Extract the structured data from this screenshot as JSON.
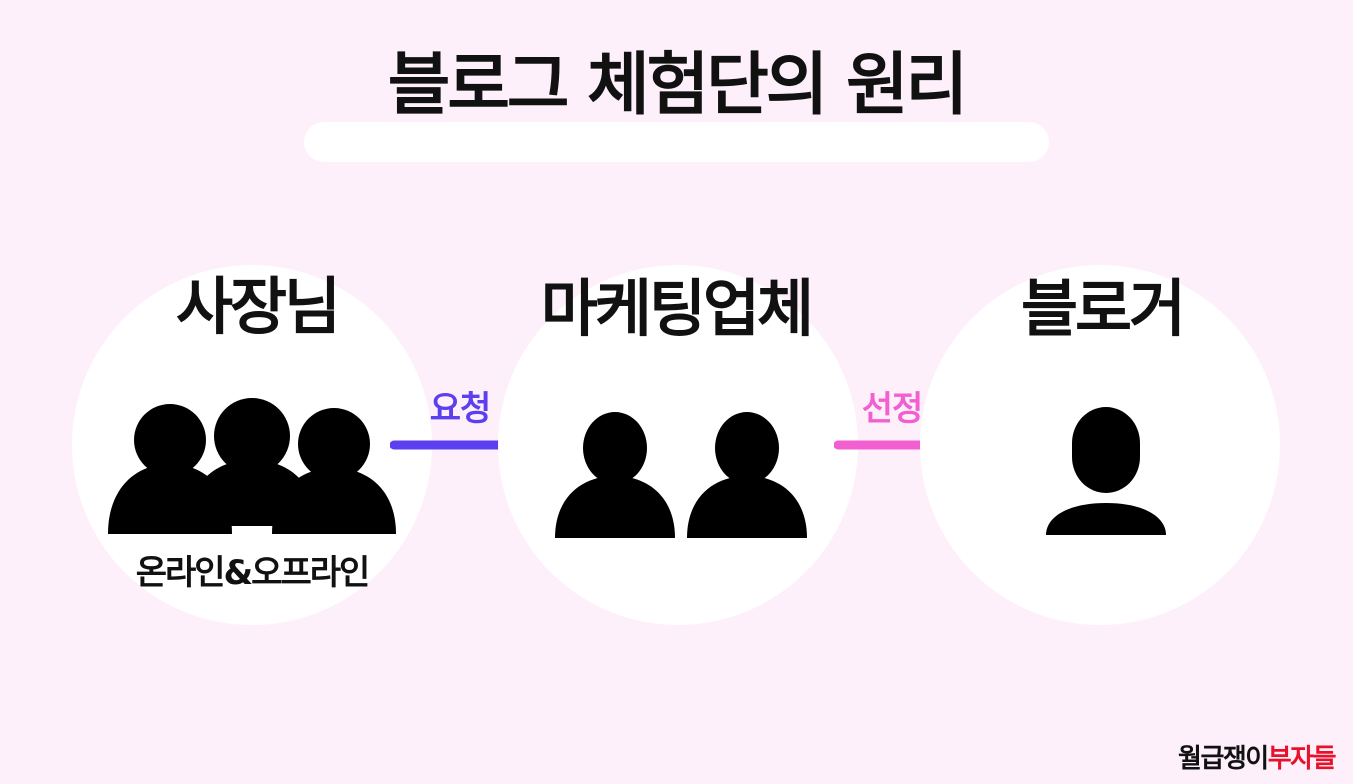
{
  "title": "블로그 체험단의 원리",
  "nodes": [
    {
      "label": "사장님",
      "sublabel": "온라인&오프라인",
      "icon": "three-people-icon"
    },
    {
      "label": "마케팅업체",
      "icon": "two-people-icon"
    },
    {
      "label": "블로거",
      "icon": "single-person-icon"
    }
  ],
  "arrows": [
    {
      "label": "요청",
      "color": "#5b3ff0"
    },
    {
      "label": "선정",
      "color": "#f25fd0"
    }
  ],
  "brand": {
    "part1": "월급쟁이",
    "part2": "부자들",
    "color1": "#111111",
    "color2": "#e8102a"
  },
  "colors": {
    "background": "#fdf0fb",
    "circle": "#ffffff",
    "icon": "#000000"
  }
}
